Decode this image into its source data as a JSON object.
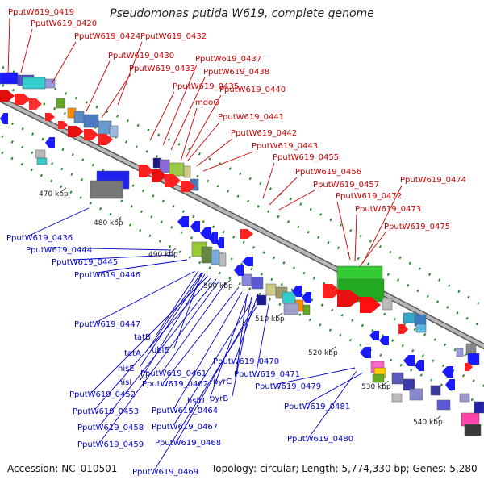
{
  "title": "Pseudomonas putida W619, complete genome",
  "footer": {
    "accession": "Accession: NC_010501",
    "topology": "Topology: circular; Length: 5,774,330 bp; Genes: 5,280"
  },
  "colors": {
    "forward_label": "#cc0000",
    "reverse_label": "#0000cc",
    "backbone": "#8a8a8a",
    "tick": "#2a8a2a"
  },
  "kbp_marks": [
    "470 kbp",
    "480 kbp",
    "490 kbp",
    "500 kbp",
    "510 kbp",
    "520 kbp",
    "530 kbp",
    "540 kbp"
  ],
  "forward_genes": [
    "PputW619_0419",
    "PputW619_0420",
    "PputW619_0424",
    "PputW619_0432",
    "PputW619_0430",
    "PputW619_0433",
    "PputW619_0437",
    "PputW619_0438",
    "PputW619_0435",
    "PputW619_0440",
    "mdoG",
    "PputW619_0441",
    "PputW619_0442",
    "PputW619_0443",
    "PputW619_0455",
    "PputW619_0456",
    "PputW619_0457",
    "PputW619_0474",
    "PputW619_0472",
    "PputW619_0473",
    "PputW619_0475"
  ],
  "reverse_genes": [
    "PputW619_0436",
    "PputW619_0444",
    "PputW619_0445",
    "PputW619_0446",
    "PputW619_0447",
    "tatB",
    "tatA",
    "ubiE",
    "hisE",
    "hisI",
    "PputW619_0461",
    "PputW619_0462",
    "PputW619_0452",
    "PputW619_0453",
    "PputW619_0458",
    "PputW619_0459",
    "PputW619_0464",
    "hslU",
    "pyrC",
    "PputW619_0470",
    "PputW619_0471",
    "pyrB",
    "PputW619_0467",
    "PputW619_0468",
    "PputW619_0469",
    "PputW619_0479",
    "PputW619_0481",
    "PputW619_0480"
  ]
}
